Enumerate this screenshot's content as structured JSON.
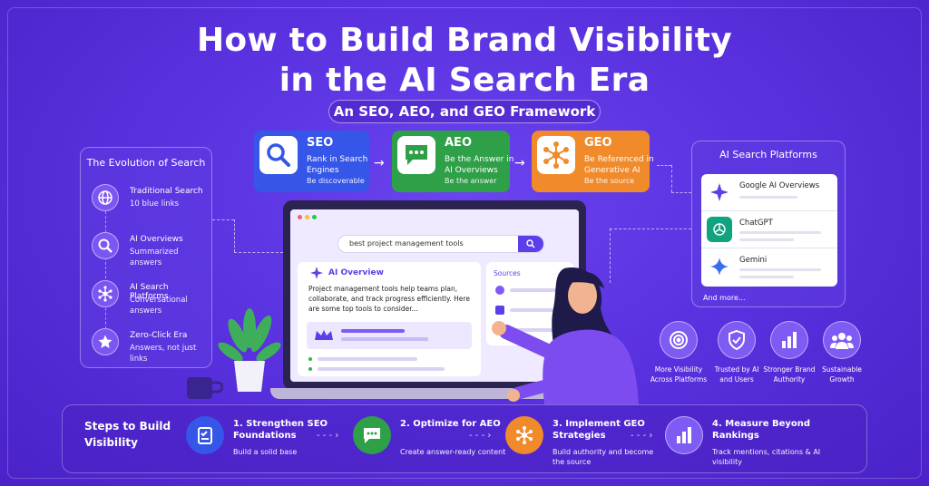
{
  "title_line1": "How to Build Brand Visibility",
  "title_line2": "in the AI Search Era",
  "subtitle": "An SEO, AEO, and GEO Framework",
  "framework": [
    {
      "name": "SEO",
      "desc": "Rank in Search Engines",
      "tag": "Be discoverable",
      "color": "#3556e8",
      "icon": "search-icon"
    },
    {
      "name": "AEO",
      "desc": "Be the Answer in AI Overviews",
      "tag": "Be the answer",
      "color": "#2ea048",
      "icon": "chat-icon"
    },
    {
      "name": "GEO",
      "desc": "Be Referenced in Generative AI",
      "tag": "Be the source",
      "color": "#f08a2a",
      "icon": "network-icon"
    }
  ],
  "evolution": {
    "title": "The Evolution of Search",
    "items": [
      {
        "name": "Traditional Search",
        "desc": "10 blue links",
        "icon": "globe-icon"
      },
      {
        "name": "AI Overviews",
        "desc": "Summarized answers",
        "icon": "search-icon"
      },
      {
        "name": "AI Search Platforms",
        "desc": "Conversational answers",
        "icon": "network-icon"
      },
      {
        "name": "Zero-Click Era",
        "desc": "Answers, not just links",
        "icon": "star-icon"
      }
    ]
  },
  "platforms": {
    "title": "AI Search Platforms",
    "items": [
      {
        "name": "Google AI Overviews",
        "icon": "sparkle-icon"
      },
      {
        "name": "ChatGPT",
        "icon": "chatgpt-icon"
      },
      {
        "name": "Gemini",
        "icon": "gemini-icon"
      }
    ],
    "more": "And more..."
  },
  "screen": {
    "query": "best project management tools",
    "overview_title": "AI Overview",
    "overview_text": "Project management tools help teams plan, collaborate, and track progress efficiently. Here are some top tools to consider...",
    "sources_title": "Sources"
  },
  "benefits": [
    {
      "label": "More Visibility Across Platforms",
      "icon": "target-icon"
    },
    {
      "label": "Trusted by AI and Users",
      "icon": "shield-check-icon"
    },
    {
      "label": "Stronger Brand Authority",
      "icon": "bar-chart-icon"
    },
    {
      "label": "Sustainable Growth",
      "icon": "users-icon"
    }
  ],
  "steps": {
    "title": "Steps to Build Visibility",
    "items": [
      {
        "title": "1. Strengthen SEO Foundations",
        "desc": "Build a solid base",
        "color": "#3556e8",
        "icon": "checklist-icon"
      },
      {
        "title": "2. Optimize for AEO",
        "desc": "Create answer-ready content",
        "color": "#2ea048",
        "icon": "chat-icon"
      },
      {
        "title": "3. Implement GEO Strategies",
        "desc": "Build authority and become the source",
        "color": "#f08a2a",
        "icon": "network-icon"
      },
      {
        "title": "4. Measure Beyond Rankings",
        "desc": "Track mentions, citations & AI visibility",
        "color": "#7e5bf2",
        "icon": "bar-chart-icon"
      }
    ]
  }
}
